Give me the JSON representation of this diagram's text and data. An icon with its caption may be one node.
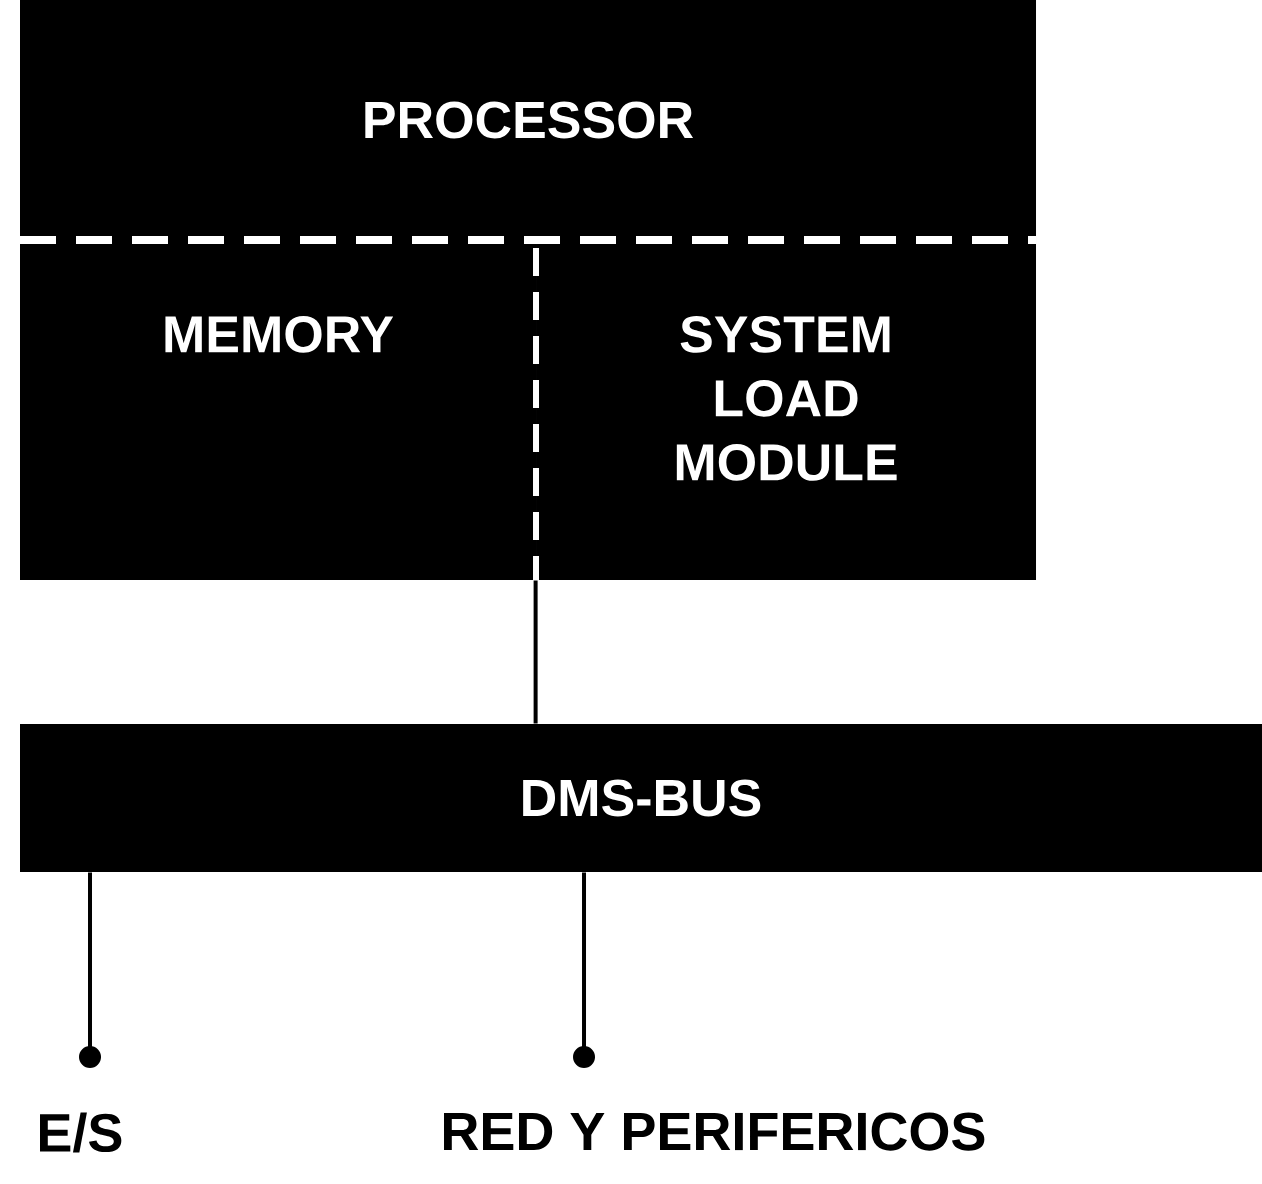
{
  "diagram": {
    "nodes": [
      {
        "text": [
          "PROCESSOR"
        ]
      },
      {
        "text": [
          "MEMORY"
        ]
      },
      {
        "text": [
          "SYSTEM LOAD MODULE"
        ]
      },
      {
        "text": [
          "DMS-BUS"
        ]
      },
      {
        "text": [
          "E/S"
        ]
      },
      {
        "text": [
          "RED Y PERIFERICOS"
        ]
      }
    ],
    "edges": [
      {
        "from": 2,
        "to": 3,
        "arrow": "none"
      },
      {
        "from": 3,
        "to": 4,
        "arrow": "other"
      },
      {
        "from": 3,
        "to": 5,
        "arrow": "other"
      }
    ]
  }
}
